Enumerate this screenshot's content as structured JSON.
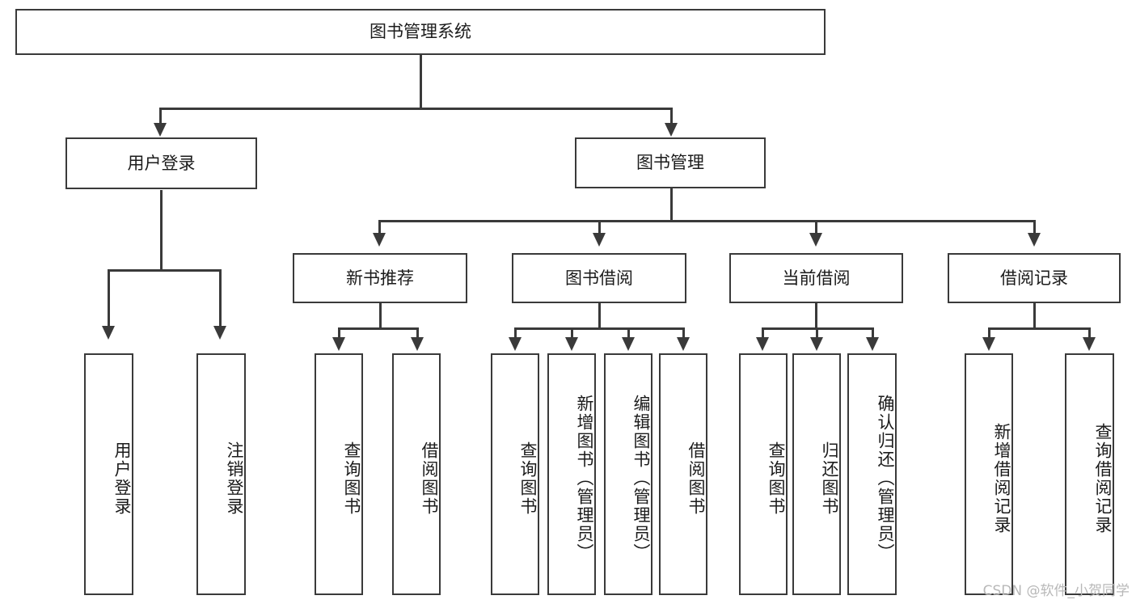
{
  "diagram": {
    "type": "tree-hierarchy",
    "title": "图书管理系统",
    "levels": [
      {
        "level": 0,
        "nodes": [
          {
            "id": "root",
            "label": "图书管理系统",
            "orientation": "horizontal"
          }
        ]
      },
      {
        "level": 1,
        "nodes": [
          {
            "id": "user-login",
            "label": "用户登录",
            "orientation": "horizontal",
            "parent": "root"
          },
          {
            "id": "book-manage",
            "label": "图书管理",
            "orientation": "horizontal",
            "parent": "root"
          }
        ]
      },
      {
        "level": 2,
        "nodes": [
          {
            "id": "new-book-rec",
            "label": "新书推荐",
            "orientation": "horizontal",
            "parent": "book-manage"
          },
          {
            "id": "book-borrow",
            "label": "图书借阅",
            "orientation": "horizontal",
            "parent": "book-manage"
          },
          {
            "id": "current-borrow",
            "label": "当前借阅",
            "orientation": "horizontal",
            "parent": "book-manage"
          },
          {
            "id": "borrow-record",
            "label": "借阅记录",
            "orientation": "horizontal",
            "parent": "book-manage"
          }
        ]
      },
      {
        "level": 3,
        "nodes": [
          {
            "id": "leaf-user-login",
            "label": "用户登录",
            "orientation": "vertical",
            "parent": "user-login"
          },
          {
            "id": "leaf-logout",
            "label": "注销登录",
            "orientation": "vertical",
            "parent": "user-login"
          },
          {
            "id": "leaf-query-book-1",
            "label": "查询图书",
            "orientation": "vertical",
            "parent": "new-book-rec"
          },
          {
            "id": "leaf-borrow-book-1",
            "label": "借阅图书",
            "orientation": "vertical",
            "parent": "new-book-rec"
          },
          {
            "id": "leaf-query-book-2",
            "label": "查询图书",
            "orientation": "vertical",
            "parent": "book-borrow"
          },
          {
            "id": "leaf-add-book",
            "label": "新增图书（管理员）",
            "orientation": "vertical",
            "parent": "book-borrow"
          },
          {
            "id": "leaf-edit-book",
            "label": "编辑图书（管理员）",
            "orientation": "vertical",
            "parent": "book-borrow"
          },
          {
            "id": "leaf-borrow-book-2",
            "label": "借阅图书",
            "orientation": "vertical",
            "parent": "book-borrow"
          },
          {
            "id": "leaf-query-book-3",
            "label": "查询图书",
            "orientation": "vertical",
            "parent": "current-borrow"
          },
          {
            "id": "leaf-return-book",
            "label": "归还图书",
            "orientation": "vertical",
            "parent": "current-borrow"
          },
          {
            "id": "leaf-confirm-return",
            "label": "确认归还（管理员）",
            "orientation": "vertical",
            "parent": "current-borrow"
          },
          {
            "id": "leaf-add-record",
            "label": "新增借阅记录",
            "orientation": "vertical",
            "parent": "borrow-record"
          },
          {
            "id": "leaf-query-record",
            "label": "查询借阅记录",
            "orientation": "vertical",
            "parent": "borrow-record"
          }
        ]
      }
    ],
    "colors": {
      "stroke": "#3a3a3a",
      "fill": "#ffffff",
      "text": "#1b1b1b",
      "watermark": "#b8b8b8"
    }
  },
  "watermark": {
    "text": "CSDN @软件_小贺同学"
  }
}
